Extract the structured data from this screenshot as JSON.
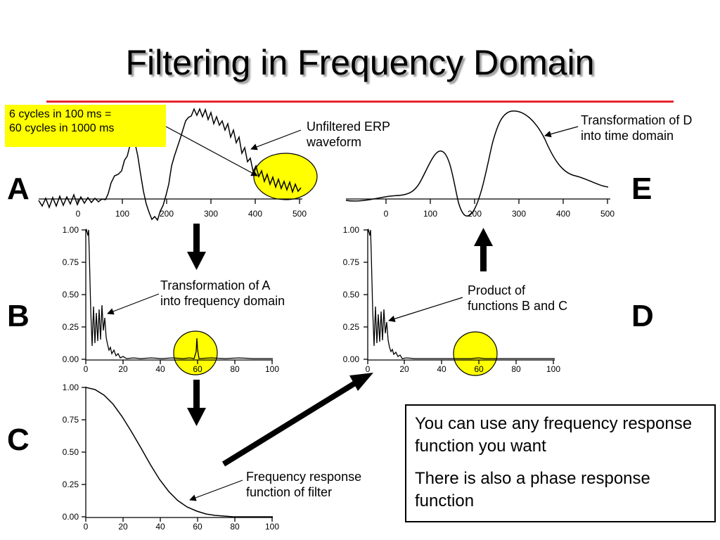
{
  "slide": {
    "title": "Filtering in Frequency Domain"
  },
  "callout_text": {
    "line1": "6 cycles in 100 ms =",
    "line2": "60 cycles in 1000 ms"
  },
  "panel_labels": [
    "A",
    "B",
    "C",
    "D",
    "E"
  ],
  "annotations": {
    "unfiltered": [
      "Unfiltered ERP",
      "waveform"
    ],
    "transform_a": [
      "Transformation of A",
      "into frequency domain"
    ],
    "freq_response": [
      "Frequency response",
      "function of filter"
    ],
    "product": [
      "Product of",
      "functions B and C"
    ],
    "transform_d": [
      "Transformation of D",
      "into time domain"
    ]
  },
  "note_box": {
    "line1": "You can use any frequency response function you want",
    "line2": "There is also a phase response function"
  },
  "axes": {
    "time_ticks": [
      "0",
      "100",
      "200",
      "300",
      "400",
      "500"
    ],
    "freq_ticks": [
      "0",
      "20",
      "40",
      "60",
      "80",
      "100"
    ],
    "amp_ticks": [
      "0.00",
      "0.25",
      "0.50",
      "0.75",
      "1.00"
    ]
  },
  "colors": {
    "highlight": "#ffff00",
    "rule": "#e8262c",
    "ink": "#000000"
  }
}
